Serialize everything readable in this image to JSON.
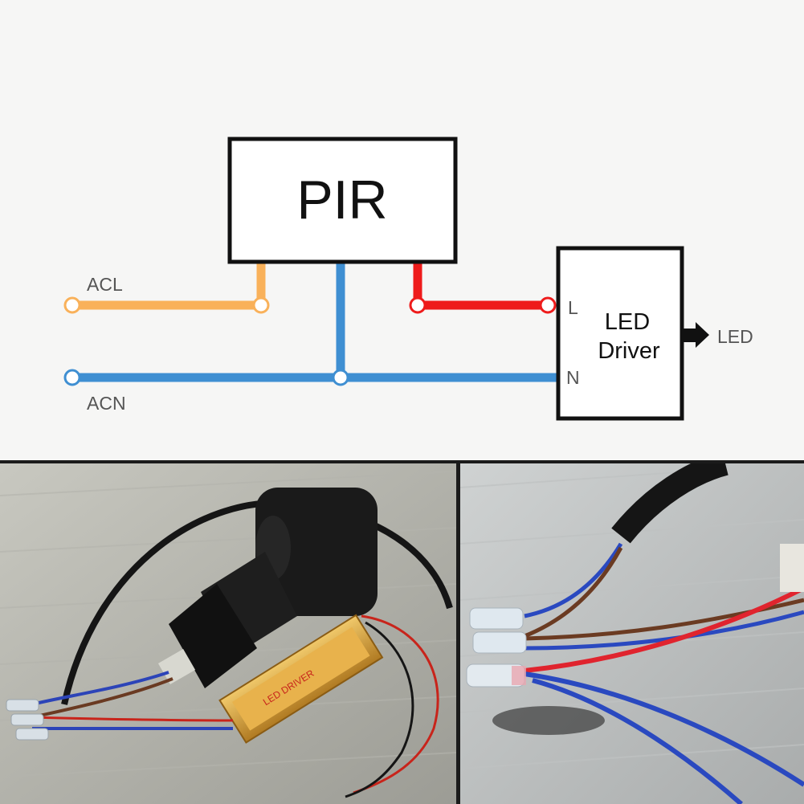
{
  "diagram": {
    "pir_label": "PIR",
    "driver_label_line1": "LED",
    "driver_label_line2": "Driver",
    "acl_label": "ACL",
    "acn_label": "ACN",
    "l_terminal": "L",
    "n_terminal": "N",
    "output_label": "LED",
    "colors": {
      "live_in": "#f9b15a",
      "neutral": "#3f8fd2",
      "live_out": "#ee1b1b",
      "box": "#111111"
    }
  },
  "photos": {
    "left": {
      "driver_case_text": "LED DRIVER"
    },
    "right": {}
  }
}
